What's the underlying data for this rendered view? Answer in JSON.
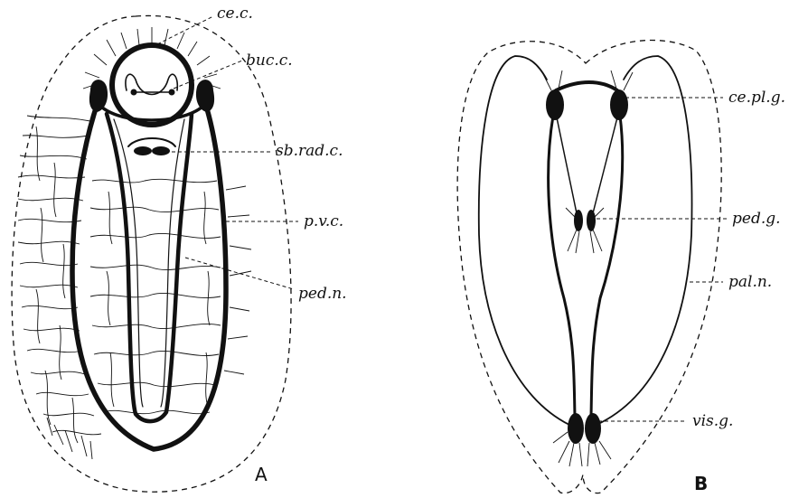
{
  "figure_a": {
    "panel_label": "A",
    "labels": {
      "cerebral_commissure": "ce.c.",
      "buccal_commissure": "buc.c.",
      "subradular_commissure": "sb.rad.c.",
      "pallio_visceral_connective": "p.v.c.",
      "pedal_nerve": "ped.n."
    }
  },
  "figure_b": {
    "panel_label": "B",
    "labels": {
      "cerebropleural_ganglion": "ce.pl.g.",
      "pedal_ganglion": "ped.g.",
      "pallial_nerve": "pal.n.",
      "visceral_ganglion": "vis.g."
    }
  }
}
